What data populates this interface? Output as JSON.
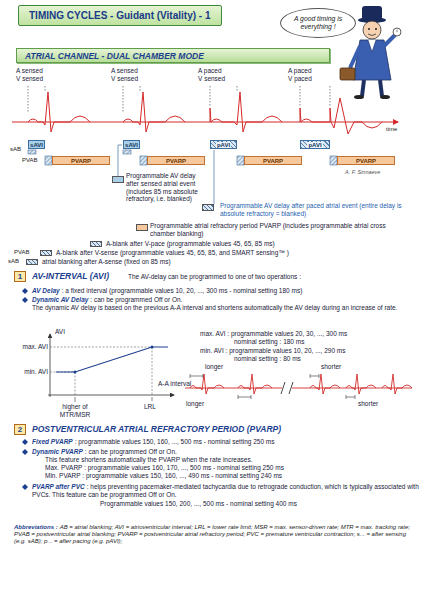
{
  "diagram": {
    "title": "TIMING CYCLES - Guidant (Vitality) - 1",
    "nodes": [
      {
        "text": [
          "A good timing is everything !"
        ]
      },
      {
        "text": [
          "ATRIAL CHANNEL - DUAL CHAMBER MODE"
        ]
      },
      {
        "text": [
          "sAVI"
        ]
      },
      {
        "text": [
          "PVARP"
        ]
      },
      {
        "text": [
          "sAVI"
        ]
      },
      {
        "text": [
          "PVARP"
        ]
      },
      {
        "text": [
          "pAVI"
        ]
      },
      {
        "text": [
          "PVARP"
        ]
      },
      {
        "text": [
          "pAVI"
        ]
      },
      {
        "text": [
          "PVARP"
        ]
      },
      {
        "text": [
          "1"
        ]
      },
      {
        "text": [
          "2"
        ]
      }
    ],
    "labels": [
      "A sensed",
      "V sensed",
      "A sensed",
      "V sensed",
      "A paced",
      "V sensed",
      "A paced",
      "V paced",
      "time",
      "A. F. Sinnaeve",
      "sAB",
      "PVAB",
      "PVAB",
      "sAB",
      "AV-INTERVAL (AVI)",
      "The AV-delay can be programmed to one of two operations :",
      "AV Delay",
      ": a fixed interval (programmable values 10, 20, ..., 300 ms - nominal setting 180 ms)",
      "Dynamic AV Delay",
      ": can be programmed Off or On.",
      "The dynamic AV delay is based on the previous A-A interval and shortens automatically the AV delay during an increase of rate.",
      "AVI",
      "max. AVI",
      "min. AVI",
      "A-A interval",
      "higher of MTR/MSR",
      "LRL",
      "max. AVI : programmable values 20, 30, ..., 300 ms",
      "nominal setting : 180 ms",
      "min. AVI : programmable values 10, 20, ..., 290 ms",
      "nominal setting : 80 ms",
      "longer",
      "longer",
      "shorter",
      "shorter",
      "POSTVENTRICULAR ATRIAL REFRACTORY PERIOD (PVARP)",
      "Fixed PVARP",
      ": programmable values 150, 160, ..., 500 ms - nominal setting 250 ms",
      "Dynamic PVARP",
      ": can be programmed Off or On.",
      "This feature shortens automatically the PVARP when the rate increases.",
      "Max. PVARP : programmable values 160, 170, ..., 500 ms - nominal setting 250 ms",
      "Min. PVARP : programmable values 150, 160, ..., 490 ms - nominal setting 240 ms",
      "PVARP after PVC",
      ": helps preventing pacemaker-mediated tachycardia due to retrograde conduction, which is typically associated with PVCs. This feature can be programmed Off or On.",
      "Programmable values 150, 200, ..., 500 ms - nominal setting 400 ms",
      "Abbreviations :",
      "AB = atrial blanking; AVI = atrioventricular interval; LRL = lower rate limit; MSR = max. sensor-driven rate; MTR = max. tracking rate; PVAB = postventricular atrial blanking; PVARP = postventricular atrial refractory period; PVC = premature ventricular contraction; s... = after sensing (e.g. sAB); p... = after pacing (e.g. pAVI);"
    ],
    "legend": [
      {
        "text": "Programmable AV delay after sensed atrial event (includes 85 ms absolute refractory, i.e. blanked)",
        "color": "#a9cfe8"
      },
      {
        "text": "Programmable AV delay after paced atrial event (entire delay is absolute refractory = blanked)"
      },
      {
        "text": "Programmable atrial refractory period PVARP (includes programmable atrial cross chamber blanking)",
        "color": "#f7c89b"
      },
      {
        "text": "A-blank after V-pace (programmable values 45, 65, 85 ms)"
      },
      {
        "text": "A-blank after V-sense (programmable values 45, 65, 85, and SMART sensing™ )"
      },
      {
        "text": "atrial blanking after A-sense (fixed on 85 ms)"
      }
    ]
  }
}
